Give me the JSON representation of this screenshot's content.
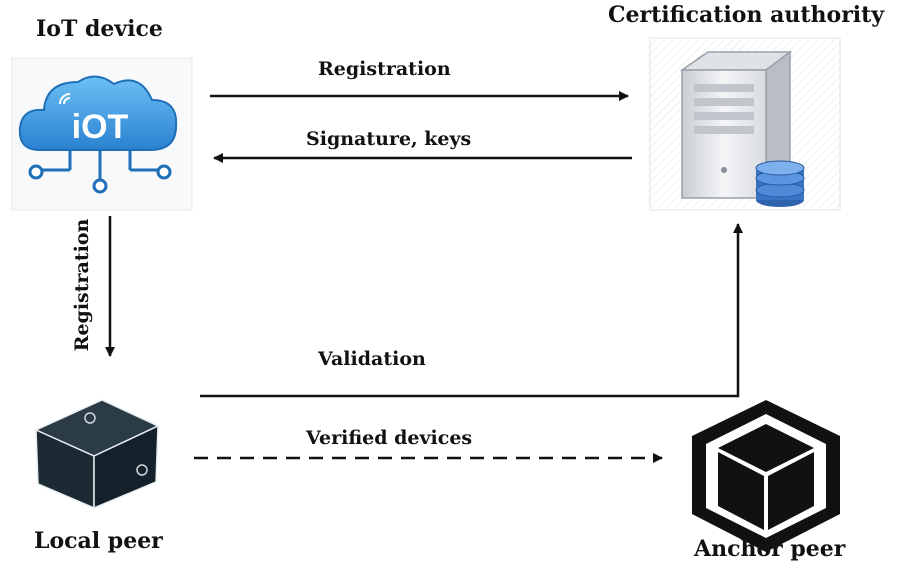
{
  "nodes": {
    "iot_device": {
      "label": "IoT device",
      "icon_text": "iOT"
    },
    "certification_authority": {
      "label": "Certification authority"
    },
    "local_peer": {
      "label": "Local peer"
    },
    "anchor_peer": {
      "label": "Anchor peer"
    }
  },
  "edges": {
    "iot_to_ca": "Registration",
    "ca_to_iot": "Signature, keys",
    "iot_to_local": "Registration",
    "local_to_ca": "Validation",
    "local_to_anchor": "Verified devices"
  },
  "colors": {
    "arrow": "#111111",
    "cloud_fill": "#4aa6ea",
    "cloud_dark": "#1f6fb8",
    "server_body": "#e9ebee",
    "database": "#3a73c4",
    "cube": "#1c2a33"
  },
  "icons": {
    "iot_device": "iot-cloud-icon",
    "certification_authority": "server-database-icon",
    "local_peer": "cube-icon",
    "anchor_peer": "outlined-cube-icon"
  }
}
